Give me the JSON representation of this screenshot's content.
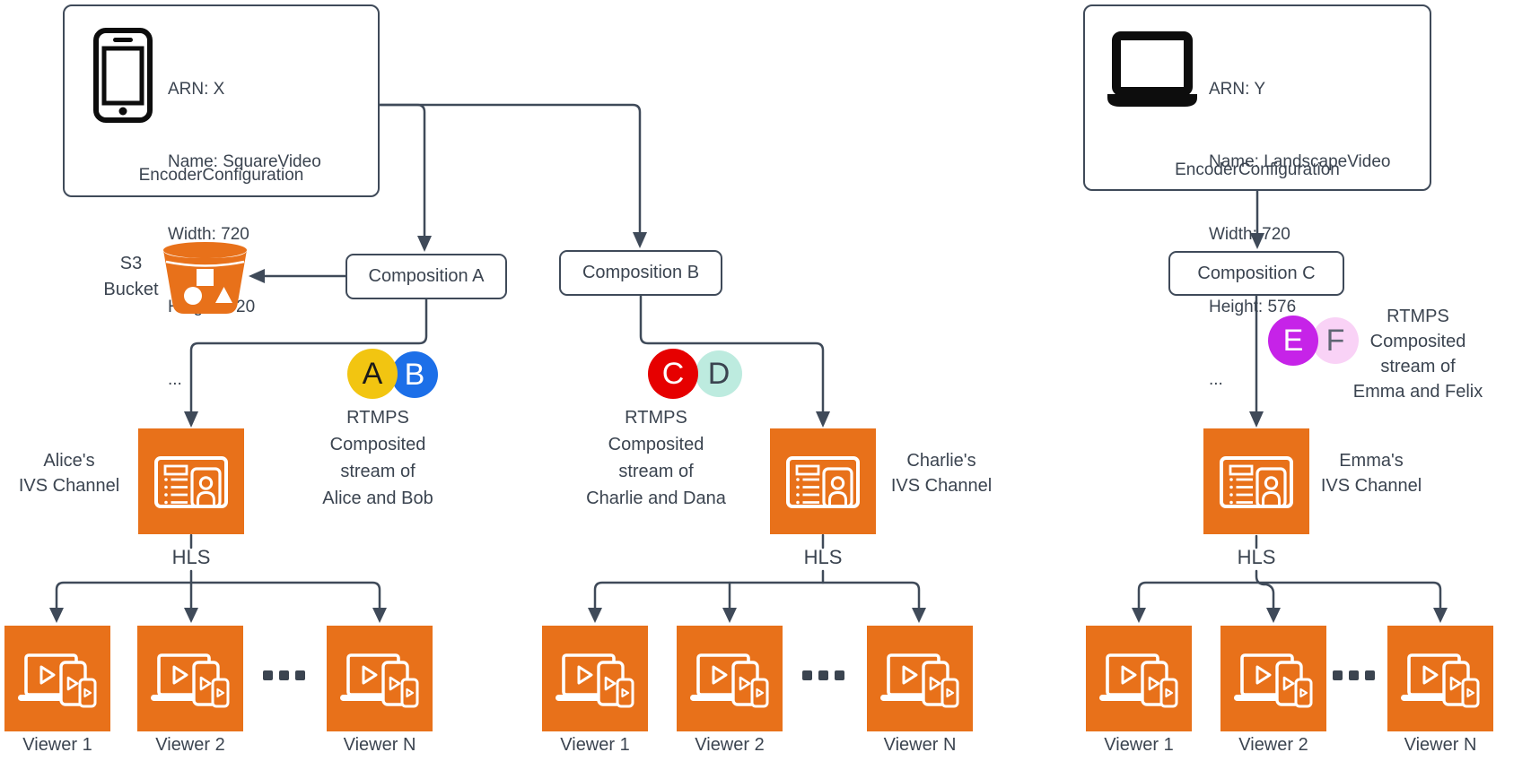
{
  "colors": {
    "line": "#3f4a59",
    "text": "#3b4450",
    "aws_orange": "#e8711a",
    "badge_a_bg": "#f2c511",
    "badge_a_fg": "#1a1a1a",
    "badge_b_bg": "#1c6fe8",
    "badge_b_fg": "#ffffff",
    "badge_c_bg": "#e60000",
    "badge_c_fg": "#ffffff",
    "badge_d_bg": "#bdebdf",
    "badge_d_fg": "#3b4450",
    "badge_e_bg": "#c623e8",
    "badge_e_fg": "#ffffff",
    "badge_f_bg": "#f9d2f6",
    "badge_f_fg": "#5f6673"
  },
  "diagram": {
    "encoders": [
      {
        "icon": "smartphone",
        "lines": [
          "ARN: X",
          "Name: SquareVideo",
          "Width: 720",
          "Height: 720",
          "..."
        ],
        "label": "EncoderConfiguration"
      },
      {
        "icon": "laptop",
        "lines": [
          "ARN: Y",
          "Name: LandscapeVideo",
          "Width: 720",
          "Height: 576",
          "..."
        ],
        "label": "EncoderConfiguration"
      }
    ],
    "s3": {
      "line1": "S3",
      "line2": "Bucket"
    },
    "compositions": [
      "Composition A",
      "Composition B",
      "Composition C"
    ],
    "participant_badges": [
      {
        "letter": "A"
      },
      {
        "letter": "B"
      },
      {
        "letter": "C"
      },
      {
        "letter": "D"
      },
      {
        "letter": "E"
      },
      {
        "letter": "F"
      }
    ],
    "streams": [
      {
        "lines": [
          "RTMPS",
          "Composited",
          "stream of",
          "Alice and Bob"
        ]
      },
      {
        "lines": [
          "RTMPS",
          "Composited",
          "stream of",
          "Charlie and Dana"
        ]
      },
      {
        "lines": [
          "RTMPS",
          "Composited",
          "stream of",
          "Emma and Felix"
        ]
      }
    ],
    "channels": [
      {
        "owner": "Alice's",
        "service": "IVS Channel"
      },
      {
        "owner": "Charlie's",
        "service": "IVS Channel"
      },
      {
        "owner": "Emma's",
        "service": "IVS Channel"
      }
    ],
    "hls": "HLS",
    "viewer_labels": [
      "Viewer 1",
      "Viewer 2",
      "Viewer N"
    ]
  }
}
